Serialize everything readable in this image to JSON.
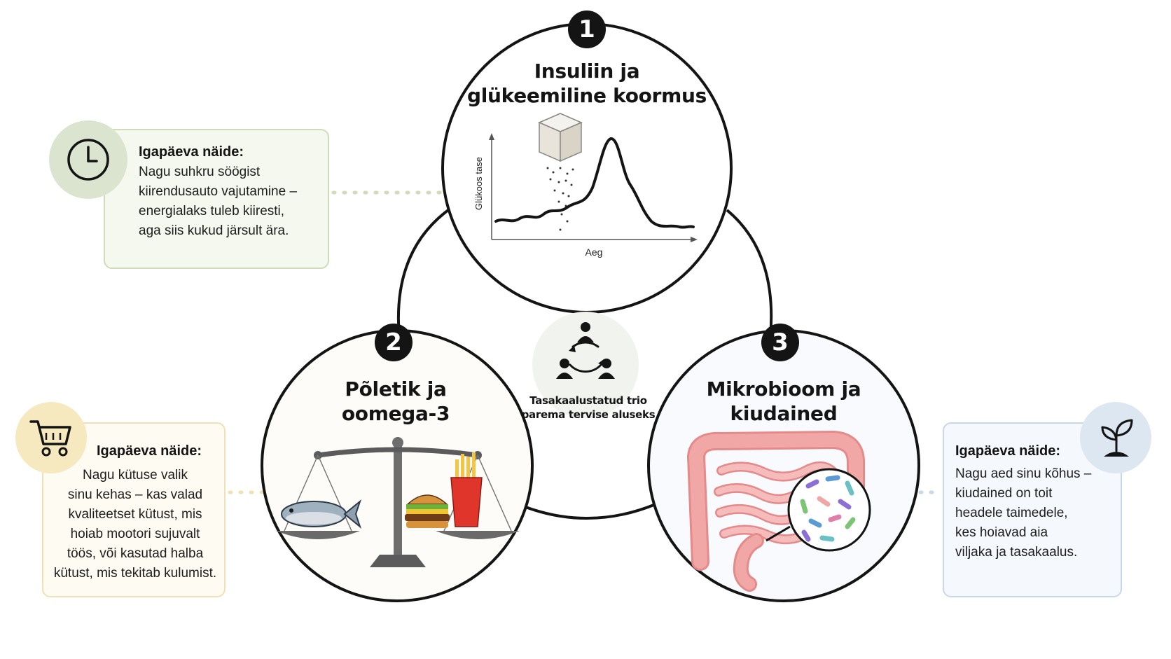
{
  "circles": [
    {
      "number": "1",
      "title": "Insuliin ja glükeemiline koormus",
      "title_lines": [
        "Insuliin ja",
        "glükeemiline koormus"
      ]
    },
    {
      "number": "2",
      "title": "Põletik ja oomega-3",
      "title_lines": [
        "Põletik ja",
        "oomega-3"
      ]
    },
    {
      "number": "3",
      "title": "Mikrobioom ja kiudained",
      "title_lines": [
        "Mikrobioom ja",
        "kiudained"
      ]
    }
  ],
  "glucose_chart": {
    "ylabel": "Glükoos tase",
    "xlabel": "Aeg"
  },
  "center": {
    "label_lines": [
      "Tasakaalustatud trio",
      "parema tervise aluseks"
    ]
  },
  "cards": [
    {
      "heading": "Igapäeva näide:",
      "body_lines": [
        "Nagu suhkru söögist",
        "kiirendusauto vajutamine –",
        "energialaks tuleb kiiresti,",
        "aga siis kukud järsult ära."
      ],
      "icon": "clock-icon"
    },
    {
      "heading": "Igapäeva näide:",
      "body_lines": [
        "Nagu kütuse valik",
        "sinu kehas – kas valad",
        "kvaliteetset kütust, mis",
        "hoiab mootori sujuvalt",
        "töös, või kasutad halba",
        "kütust, mis tekitab kulumist."
      ],
      "icon": "shopping-cart-icon"
    },
    {
      "heading": "Igapäeva näide:",
      "body_lines": [
        "Nagu aed sinu kõhus –",
        "kiudained on toit",
        "headele taimedele,",
        "kes hoiavad aia",
        "viljaka ja tasakaalus."
      ],
      "icon": "sprout-icon"
    }
  ],
  "colors": {
    "outline": "#141414",
    "card1_bg": "#f5f8ef",
    "card2_bg": "#fefbf2",
    "card3_bg": "#f5f8fc",
    "intestine_pink": "#f2a7a7"
  }
}
